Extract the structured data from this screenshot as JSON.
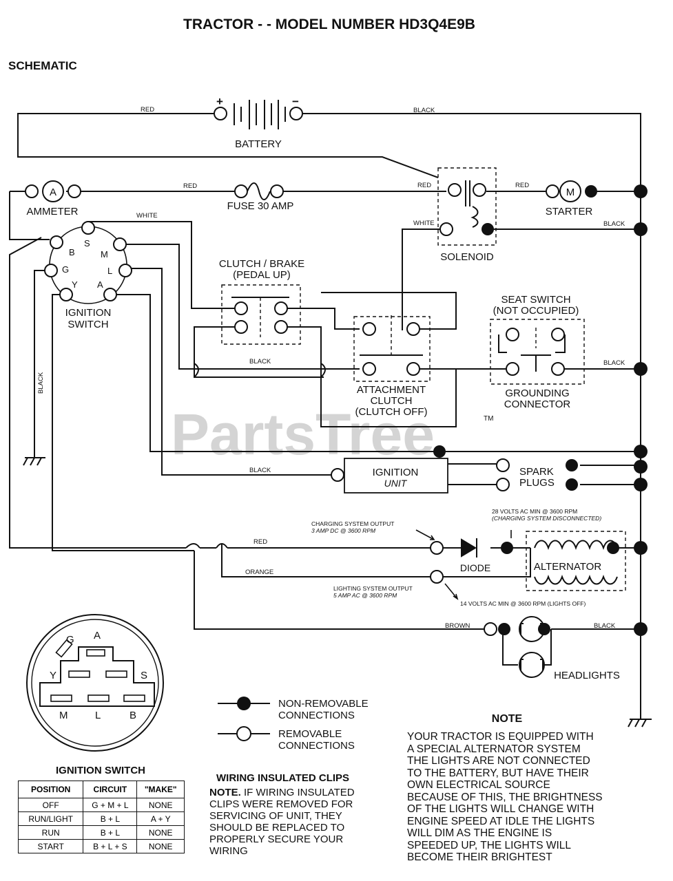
{
  "title": "TRACTOR - - MODEL NUMBER HD3Q4E9B",
  "section": "SCHEMATIC",
  "watermark": "PartsTree",
  "watermark_tm": "TM",
  "components": {
    "battery": "BATTERY",
    "battery_plus": "+",
    "battery_minus": "−",
    "ammeter": "AMMETER",
    "ammeter_symbol": "A",
    "fuse": "FUSE 30 AMP",
    "solenoid": "SOLENOID",
    "starter": "STARTER",
    "starter_symbol": "M",
    "clutch_brake_1": "CLUTCH / BRAKE",
    "clutch_brake_2": "(PEDAL UP)",
    "seat_switch_1": "SEAT SWITCH",
    "seat_switch_2": "(NOT OCCUPIED)",
    "grounding_1": "GROUNDING",
    "grounding_2": "CONNECTOR",
    "attachment_1": "ATTACHMENT",
    "attachment_2": "CLUTCH",
    "attachment_3": "(CLUTCH OFF)",
    "ignition_switch_1": "IGNITION",
    "ignition_switch_2": "SWITCH",
    "ignition_unit_1": "IGNITION",
    "ignition_unit_2": "UNIT",
    "spark_1": "SPARK",
    "spark_2": "PLUGS",
    "diode": "DIODE",
    "alternator": "ALTERNATOR",
    "headlights": "HEADLIGHTS"
  },
  "switch_terminals": {
    "B": "B",
    "S": "S",
    "M": "M",
    "L": "L",
    "A": "A",
    "Y": "Y",
    "G": "G"
  },
  "wires": {
    "red_batt": "RED",
    "black_batt": "BLACK",
    "red_fuse": "RED",
    "red_sol_in": "RED",
    "red_starter": "RED",
    "white_switch": "WHITE",
    "white_sol": "WHITE",
    "black_sol": "BLACK",
    "black_clutch": "BLACK",
    "black_seat": "BLACK",
    "black_vertical": "BLACK",
    "black_ign": "BLACK",
    "red_charge": "RED",
    "orange": "ORANGE",
    "brown": "BROWN",
    "black_head": "BLACK"
  },
  "annotations": {
    "charge_1": "CHARGING SYSTEM OUTPUT",
    "charge_2": "3 AMP DC @ 3600 RPM",
    "alt_top_1": "28 VOLTS AC MIN @ 3600 RPM",
    "alt_top_2": "(CHARGING SYSTEM DISCONNECTED)",
    "light_1": "LIGHTING SYSTEM OUTPUT",
    "light_2": "5 AMP AC @ 3600 RPM",
    "alt_bottom": "14 VOLTS AC MIN @ 3600 RPM (LIGHTS OFF)"
  },
  "switch_face": {
    "G": "G",
    "A": "A",
    "Y": "Y",
    "S": "S",
    "M": "M",
    "L": "L",
    "B": "B",
    "caption": "IGNITION SWITCH"
  },
  "legend": {
    "non_removable_1": "NON-REMOVABLE",
    "non_removable_2": "CONNECTIONS",
    "removable_1": "REMOVABLE",
    "removable_2": "CONNECTIONS"
  },
  "switch_table": {
    "headers": [
      "POSITION",
      "CIRCUIT",
      "\"MAKE\""
    ],
    "rows": [
      [
        "OFF",
        "G + M + L",
        "NONE"
      ],
      [
        "RUN/LIGHT",
        "B + L",
        "A + Y"
      ],
      [
        "RUN",
        "B + L",
        "NONE"
      ],
      [
        "START",
        "B + L + S",
        "NONE"
      ]
    ]
  },
  "clips_note": {
    "heading": "WIRING INSULATED CLIPS",
    "lead": "NOTE.",
    "text": "IF WIRING INSULATED\nCLIPS WERE REMOVED FOR\nSERVICING OF UNIT, THEY\nSHOULD BE REPLACED TO\nPROPERLY SECURE YOUR\nWIRING"
  },
  "main_note": {
    "heading": "NOTE",
    "text": "YOUR TRACTOR IS EQUIPPED WITH\nA SPECIAL ALTERNATOR SYSTEM\nTHE LIGHTS ARE NOT CONNECTED\nTO  THE BATTERY, BUT HAVE THEIR\nOWN ELECTRICAL SOURCE\nBECAUSE OF THIS, THE BRIGHTNESS\nOF THE LIGHTS WILL CHANGE WITH\nENGINE SPEED   AT IDLE THE LIGHTS\nWILL DIM   AS THE ENGINE IS\nSPEEDED UP, THE LIGHTS WILL\nBECOME THEIR BRIGHTEST"
  }
}
